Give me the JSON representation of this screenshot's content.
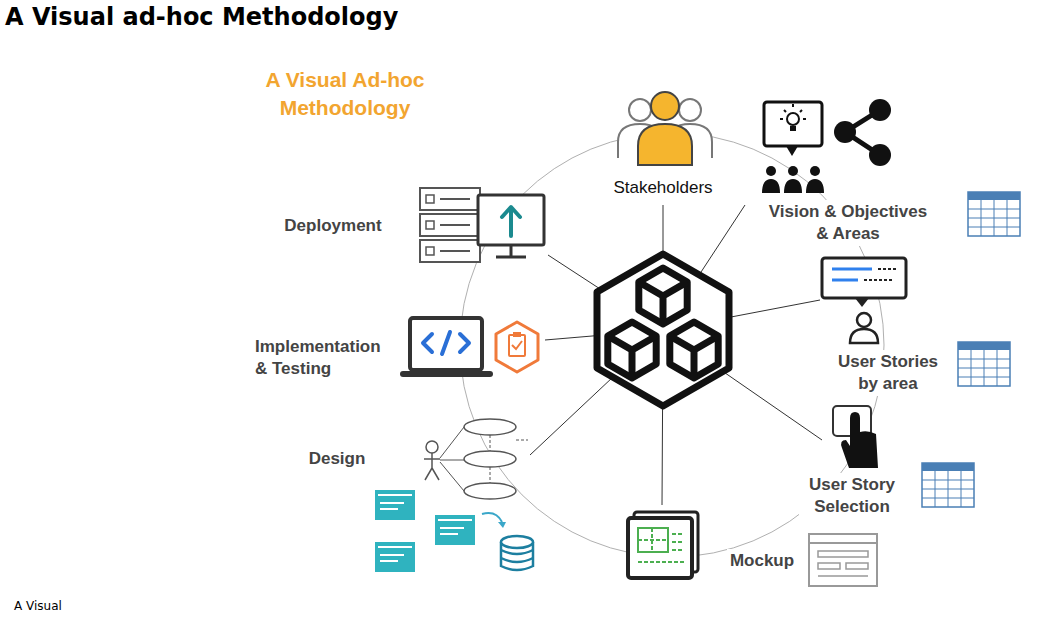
{
  "diagram": {
    "title": "A Visual ad-hoc Methodology",
    "caption": "A Visual",
    "nodes": [
      {
        "text": [
          "Stakeholders"
        ]
      },
      {
        "text": [
          "Vision & Objectives & Areas"
        ]
      },
      {
        "text": [
          "User Stories by area"
        ]
      },
      {
        "text": [
          "User Story Selection"
        ]
      },
      {
        "text": [
          "Mockup"
        ]
      },
      {
        "text": [
          "Design"
        ]
      },
      {
        "text": [
          "Implementation & Testing"
        ]
      },
      {
        "text": [
          "Deployment"
        ]
      }
    ],
    "labels": [
      "A Visual Ad-hoc Methodology"
    ]
  }
}
